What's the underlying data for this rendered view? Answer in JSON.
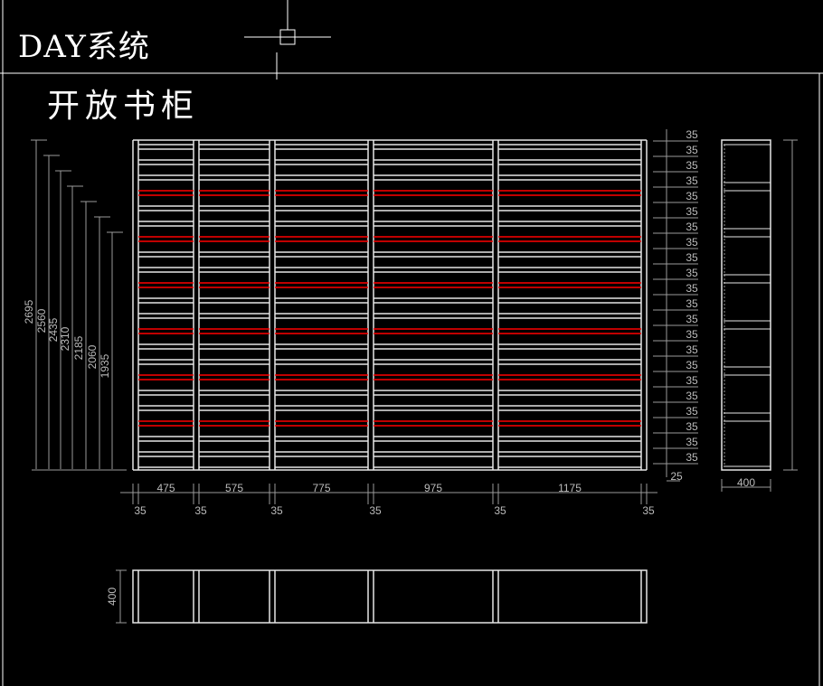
{
  "header": {
    "title": "DAY系统"
  },
  "drawing": {
    "title": "开放书柜",
    "colors": {
      "line": "#e6e6e6",
      "dim": "#9a9a9a",
      "highlight": "#ff0000"
    },
    "left_heights": [
      {
        "label": "2695",
        "color": "red"
      },
      {
        "label": "2560",
        "color": "gray"
      },
      {
        "label": "2435",
        "color": "gray"
      },
      {
        "label": "2310",
        "color": "red"
      },
      {
        "label": "2185",
        "color": "gray"
      },
      {
        "label": "2060",
        "color": "gray"
      },
      {
        "label": "1935",
        "color": "red"
      }
    ],
    "bay_widths": [
      "475",
      "575",
      "775",
      "975",
      "1175"
    ],
    "panel_thickness": [
      "35",
      "35",
      "35",
      "35",
      "35",
      "35"
    ],
    "shelf_pitch_labels": [
      "35",
      "35",
      "35",
      "35",
      "35",
      "35",
      "35",
      "35",
      "35",
      "35",
      "35",
      "35",
      "35",
      "35",
      "35",
      "35",
      "35",
      "35",
      "35",
      "35",
      "35",
      "35"
    ],
    "bottom_gap": "25",
    "side_depth": "400",
    "plan_depth": "400"
  }
}
